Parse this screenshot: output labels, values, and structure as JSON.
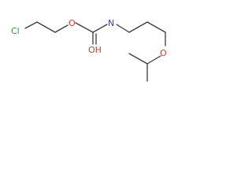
{
  "molecule": {
    "atoms": {
      "chlorine": "Cl",
      "ester_oxygen": "O",
      "hydroxyl": "OH",
      "nitrogen": "N",
      "ether_oxygen": "O"
    },
    "colors": {
      "bond": "#3a3a3a",
      "chlorine": "#2e9e2e",
      "oxygen": "#d83a2a",
      "nitrogen": "#3b3bd8"
    }
  }
}
